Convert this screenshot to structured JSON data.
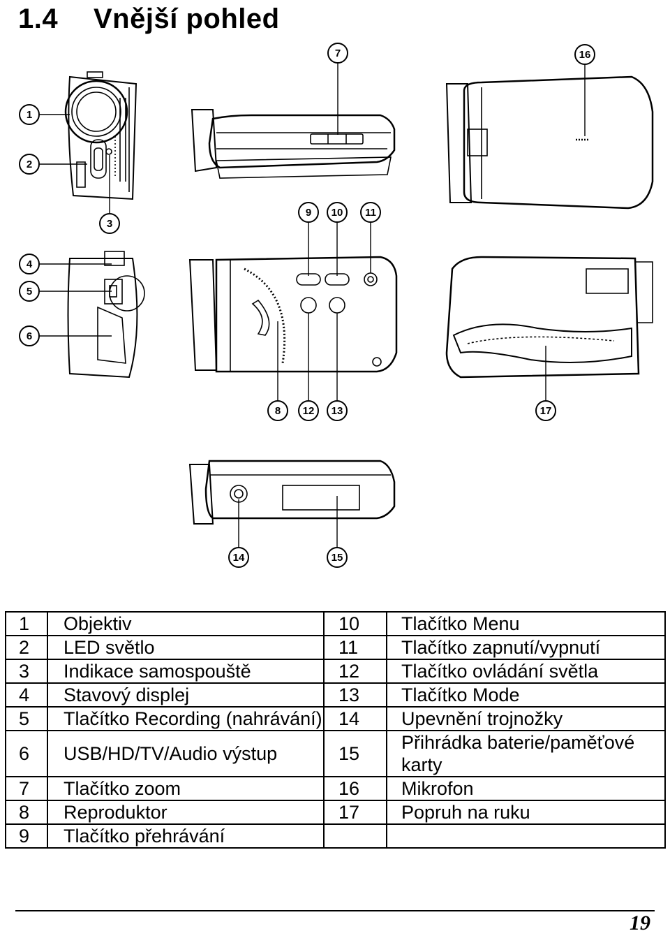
{
  "section": {
    "number": "1.4",
    "title": "Vnější pohled"
  },
  "callouts": [
    "1",
    "2",
    "3",
    "4",
    "5",
    "6",
    "7",
    "8",
    "9",
    "10",
    "11",
    "12",
    "13",
    "14",
    "15",
    "16",
    "17"
  ],
  "legend": [
    {
      "n1": "1",
      "l1": "Objektiv",
      "n2": "10",
      "l2": "Tlačítko Menu"
    },
    {
      "n1": "2",
      "l1": "LED světlo",
      "n2": "11",
      "l2": "Tlačítko zapnutí/vypnutí"
    },
    {
      "n1": "3",
      "l1": "Indikace samospouště",
      "n2": "12",
      "l2": "Tlačítko ovládání světla"
    },
    {
      "n1": "4",
      "l1": "Stavový displej",
      "n2": "13",
      "l2": "Tlačítko Mode"
    },
    {
      "n1": "5",
      "l1": "Tlačítko Recording (nahrávání)",
      "n2": "14",
      "l2": "Upevnění trojnožky"
    },
    {
      "n1": "6",
      "l1": "USB/HD/TV/Audio výstup",
      "n2": "15",
      "l2": "Přihrádka baterie/paměťové karty"
    },
    {
      "n1": "7",
      "l1": "Tlačítko zoom",
      "n2": "16",
      "l2": "Mikrofon"
    },
    {
      "n1": "8",
      "l1": "Reproduktor",
      "n2": "17",
      "l2": "Popruh na ruku"
    },
    {
      "n1": "9",
      "l1": "Tlačítko přehrávání",
      "n2": "",
      "l2": ""
    }
  ],
  "page_number": "19"
}
